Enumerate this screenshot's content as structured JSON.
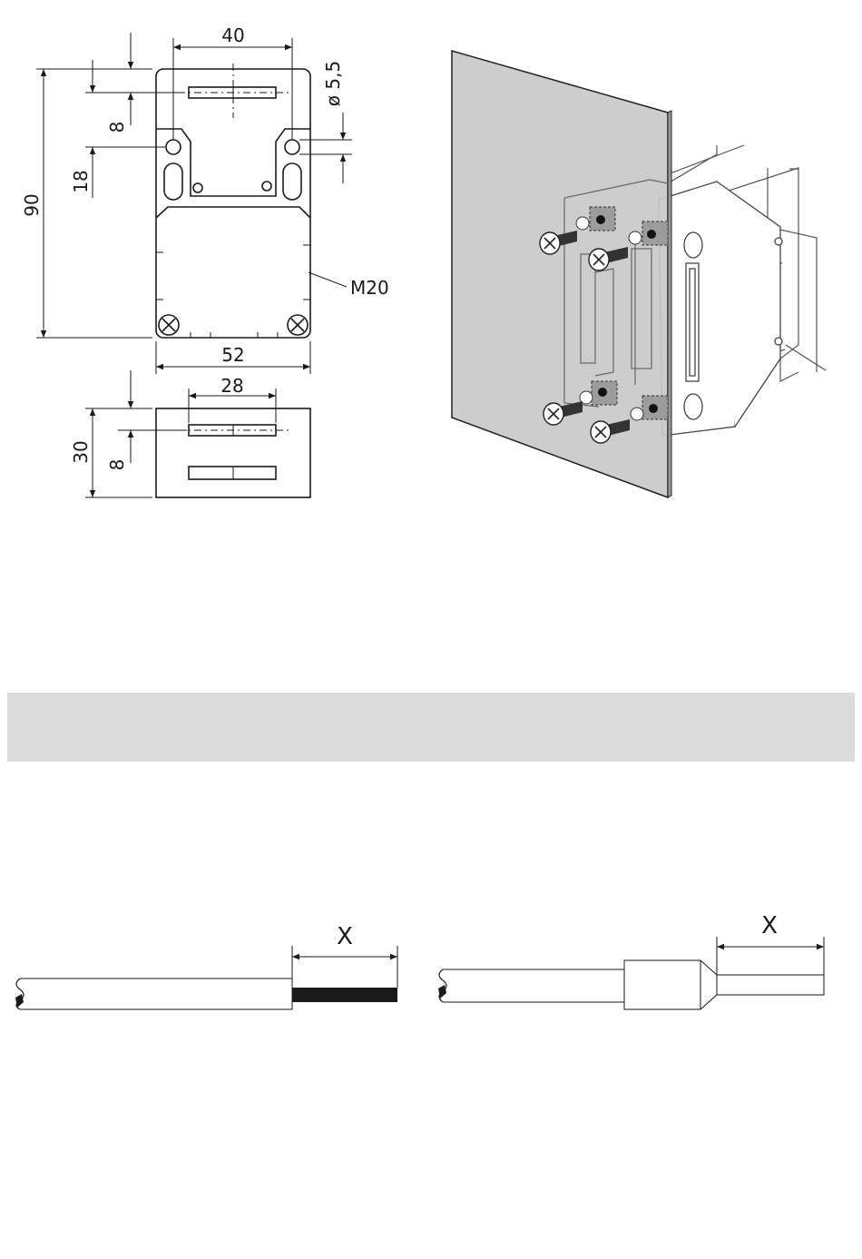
{
  "dimensions_drawing": {
    "top_view": {
      "width_40": "40",
      "dia_55": "ø 5,5",
      "dim_8": "8",
      "dim_18": "18",
      "dim_90": "90",
      "thread": "M20",
      "width_52": "52"
    },
    "side_view": {
      "width_28": "28",
      "height_30": "30",
      "dim_8": "8"
    }
  },
  "wire_strip": {
    "left_label": "X",
    "right_label": "X"
  },
  "colors": {
    "panel": "#c9c9c9",
    "band": "#dcdcdc",
    "line": "#1a1a1a"
  }
}
